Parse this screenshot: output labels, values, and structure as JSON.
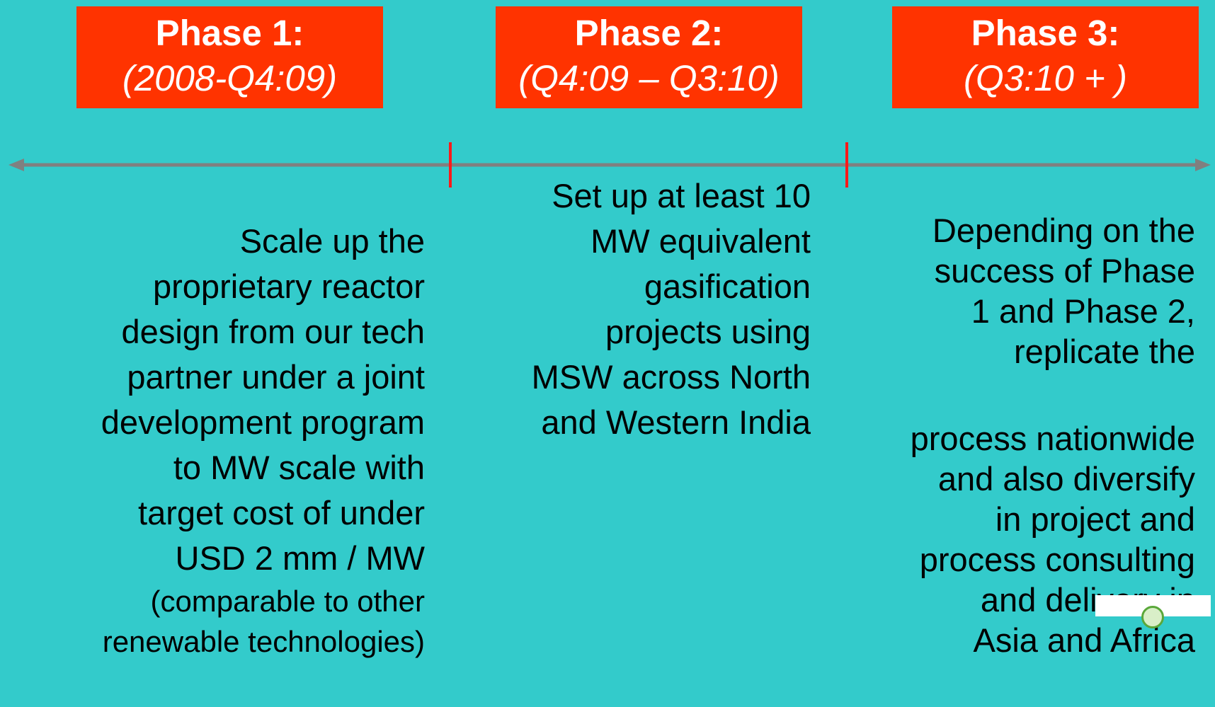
{
  "phases": [
    {
      "title": "Phase 1:",
      "range": "(2008-Q4:09)"
    },
    {
      "title": "Phase 2:",
      "range": "(Q4:09 – Q3:10)"
    },
    {
      "title": "Phase 3:",
      "range": "(Q3:10 + )"
    }
  ],
  "descriptions": {
    "phase1_main": "Scale up the\nproprietary reactor\ndesign from our tech\npartner under a joint\ndevelopment program\nto MW scale with\ntarget cost of under\nUSD 2 mm / MW",
    "phase1_note": "(comparable to other\nrenewable technologies)",
    "phase2": "Set up at least 10\nMW equivalent\ngasification\nprojects using\nMSW across North\nand Western India",
    "phase3_part1": "Depending on the\nsuccess of Phase\n1 and Phase 2,\nreplicate the",
    "phase3_part2": "process nationwide\nand also diversify\nin project and\nprocess consulting\nand delivery in\nAsia and Africa"
  },
  "colors": {
    "background": "#33cbcb",
    "phase_box": "#ff3300",
    "phase_text": "#ffffff",
    "timeline": "#808080",
    "milestone_tick": "#ff1a1a"
  },
  "icons": {
    "timeline_left_end": "arrowhead-left-icon",
    "timeline_right_end": "arrowhead-right-icon",
    "corner_logo": "logo-icon"
  }
}
